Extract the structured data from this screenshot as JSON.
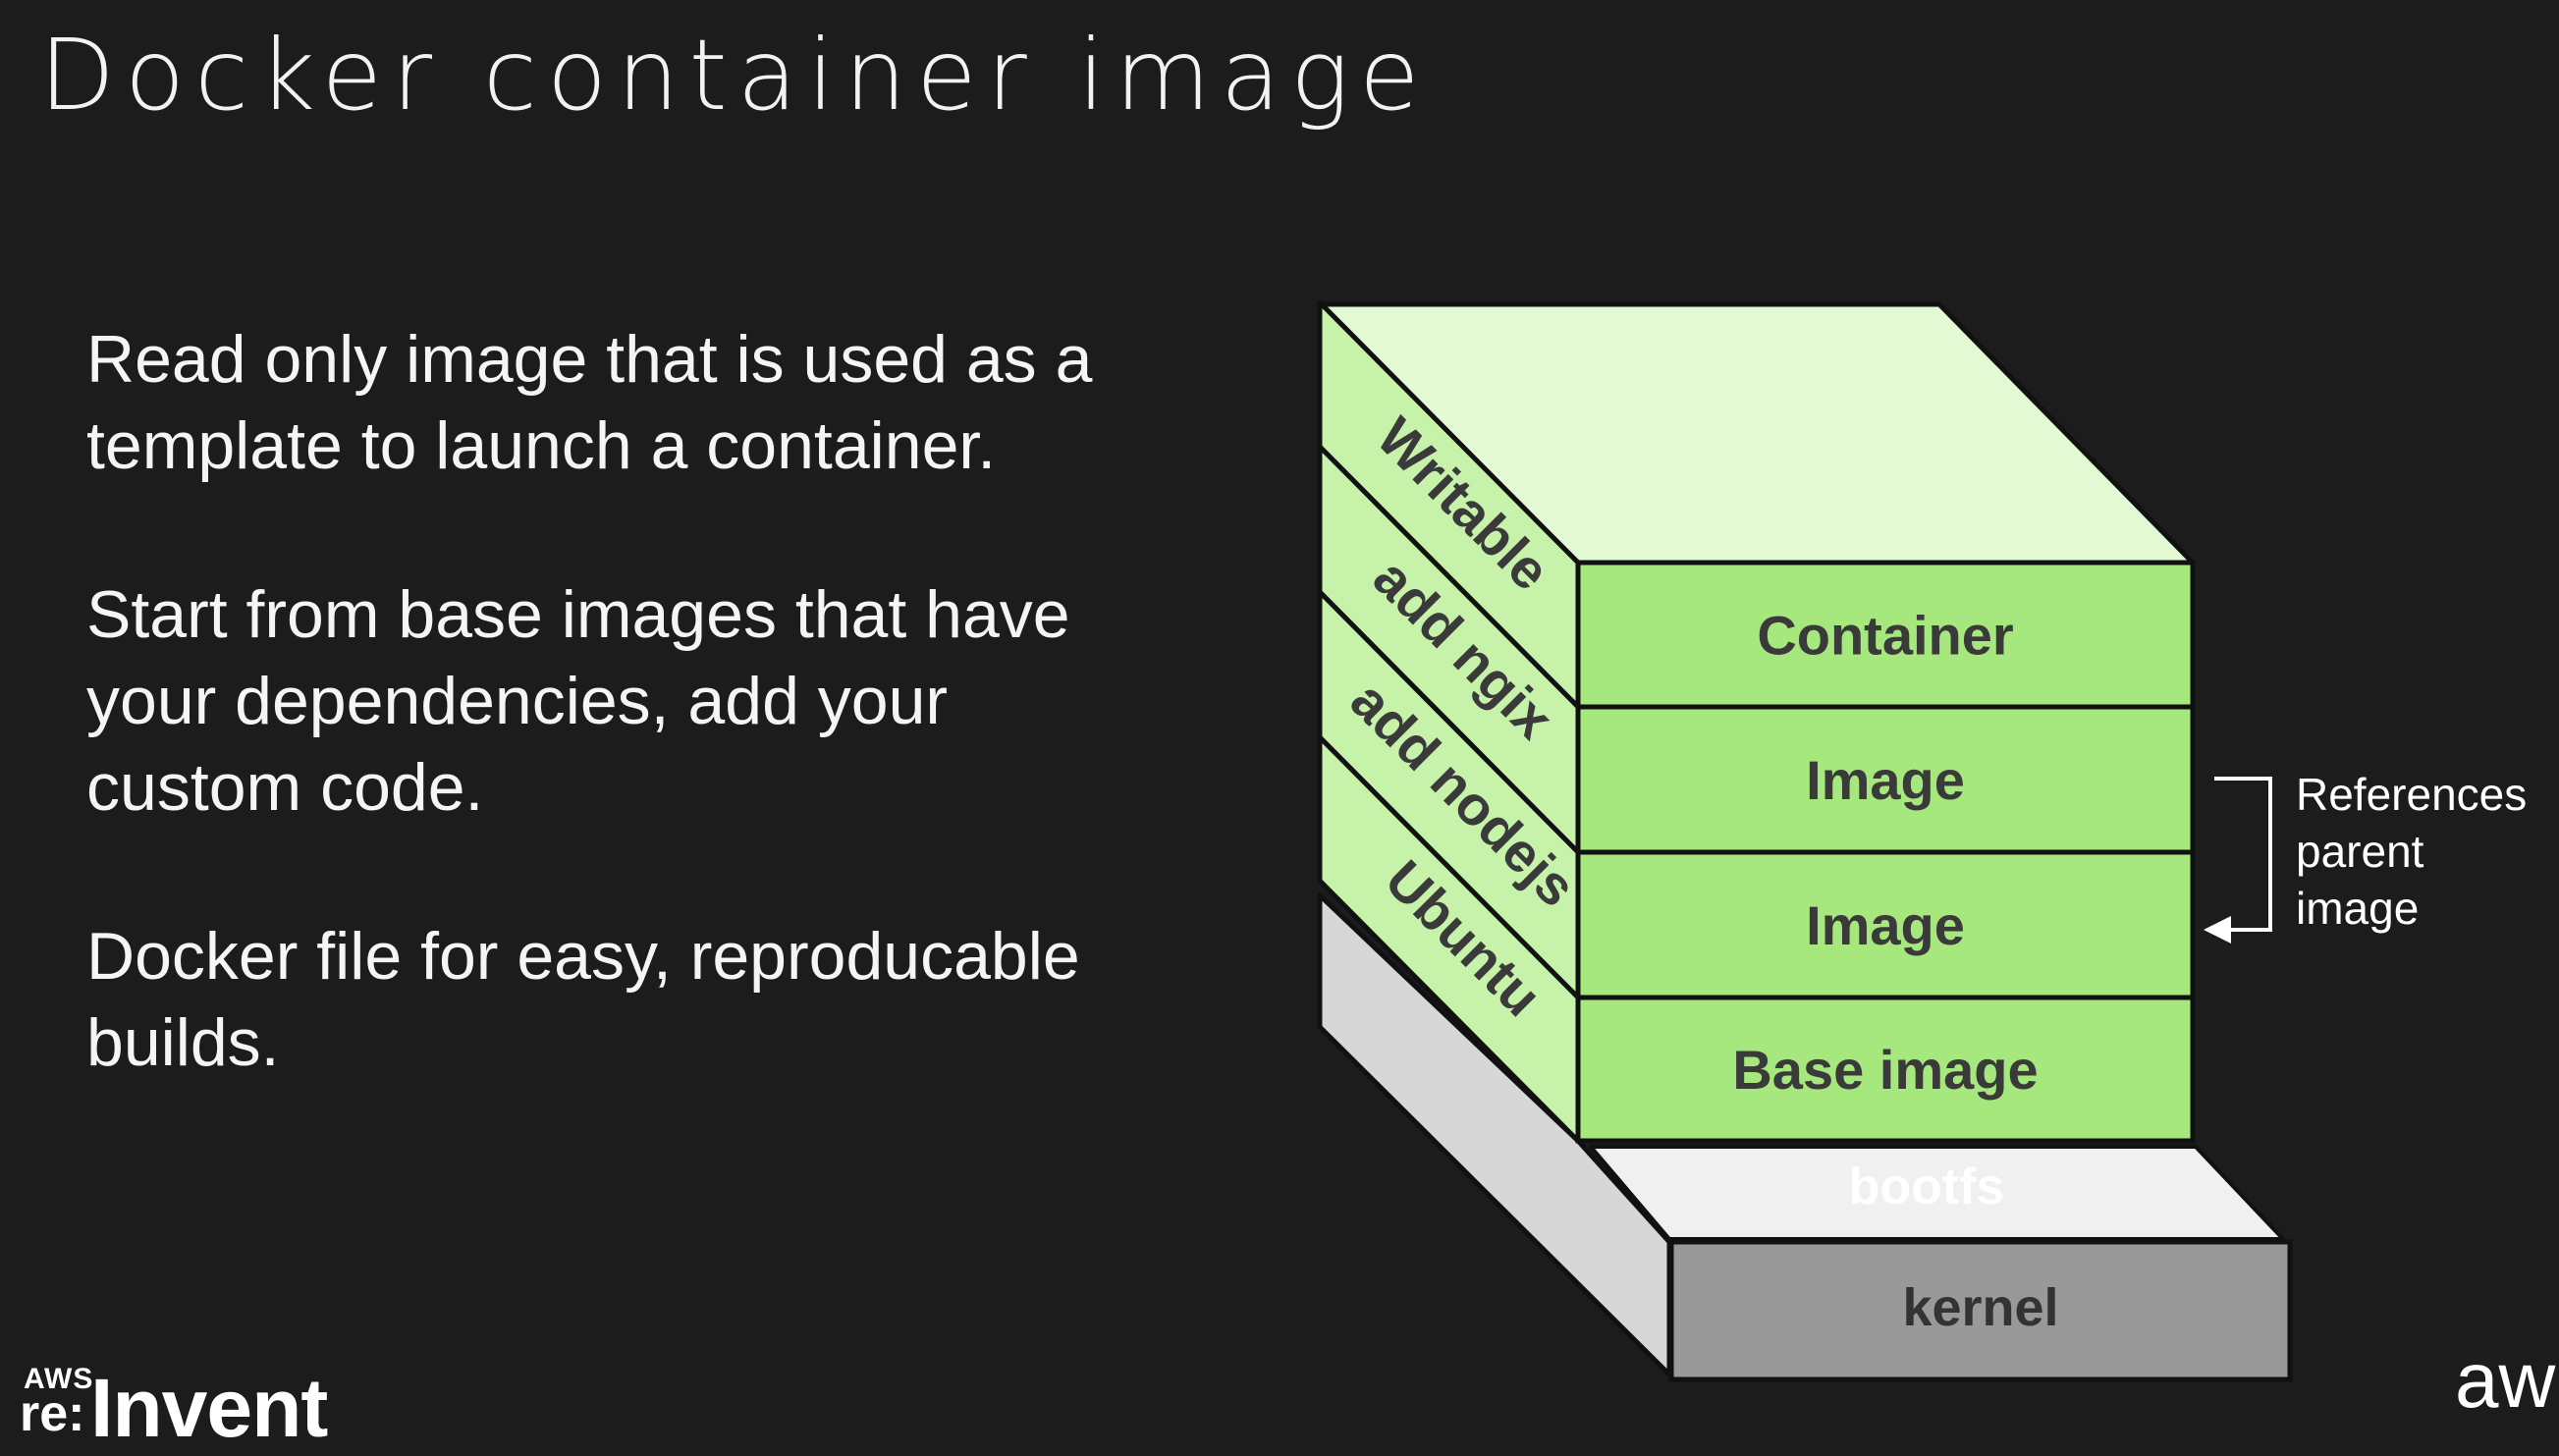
{
  "slide": {
    "title": "Docker container image",
    "bullets": [
      {
        "lines": [
          "Read only image that is used as a",
          "template to launch a container."
        ]
      },
      {
        "lines": [
          "Start from base images that have",
          "your dependencies, add your",
          "custom code."
        ]
      },
      {
        "lines": [
          "Docker file for easy, reproducable",
          "builds."
        ]
      }
    ]
  },
  "diagram": {
    "layers": [
      {
        "front": "Container",
        "side": "Writable"
      },
      {
        "front": "Image",
        "side": "add ngix"
      },
      {
        "front": "Image",
        "side": "add nodejs"
      },
      {
        "front": "Base image",
        "side": "Ubuntu"
      }
    ],
    "bootfs_label": "bootfs",
    "kernel_label": "kernel",
    "reference_lines": [
      "References",
      "parent",
      "image"
    ],
    "colors": {
      "layer_front": "#a6e87e",
      "layer_side": "#c7f2aa",
      "top_face": "#e3f9d4",
      "layer_text": "#3a3a3a",
      "bootfs": "#f0f0f0",
      "grey_side": "#d7d7d7",
      "kernel": "#999999",
      "outline": "#111111"
    }
  },
  "logos": {
    "left_small": "AWS",
    "left_re": "re:",
    "left_main": "Invent",
    "right": "aw"
  }
}
